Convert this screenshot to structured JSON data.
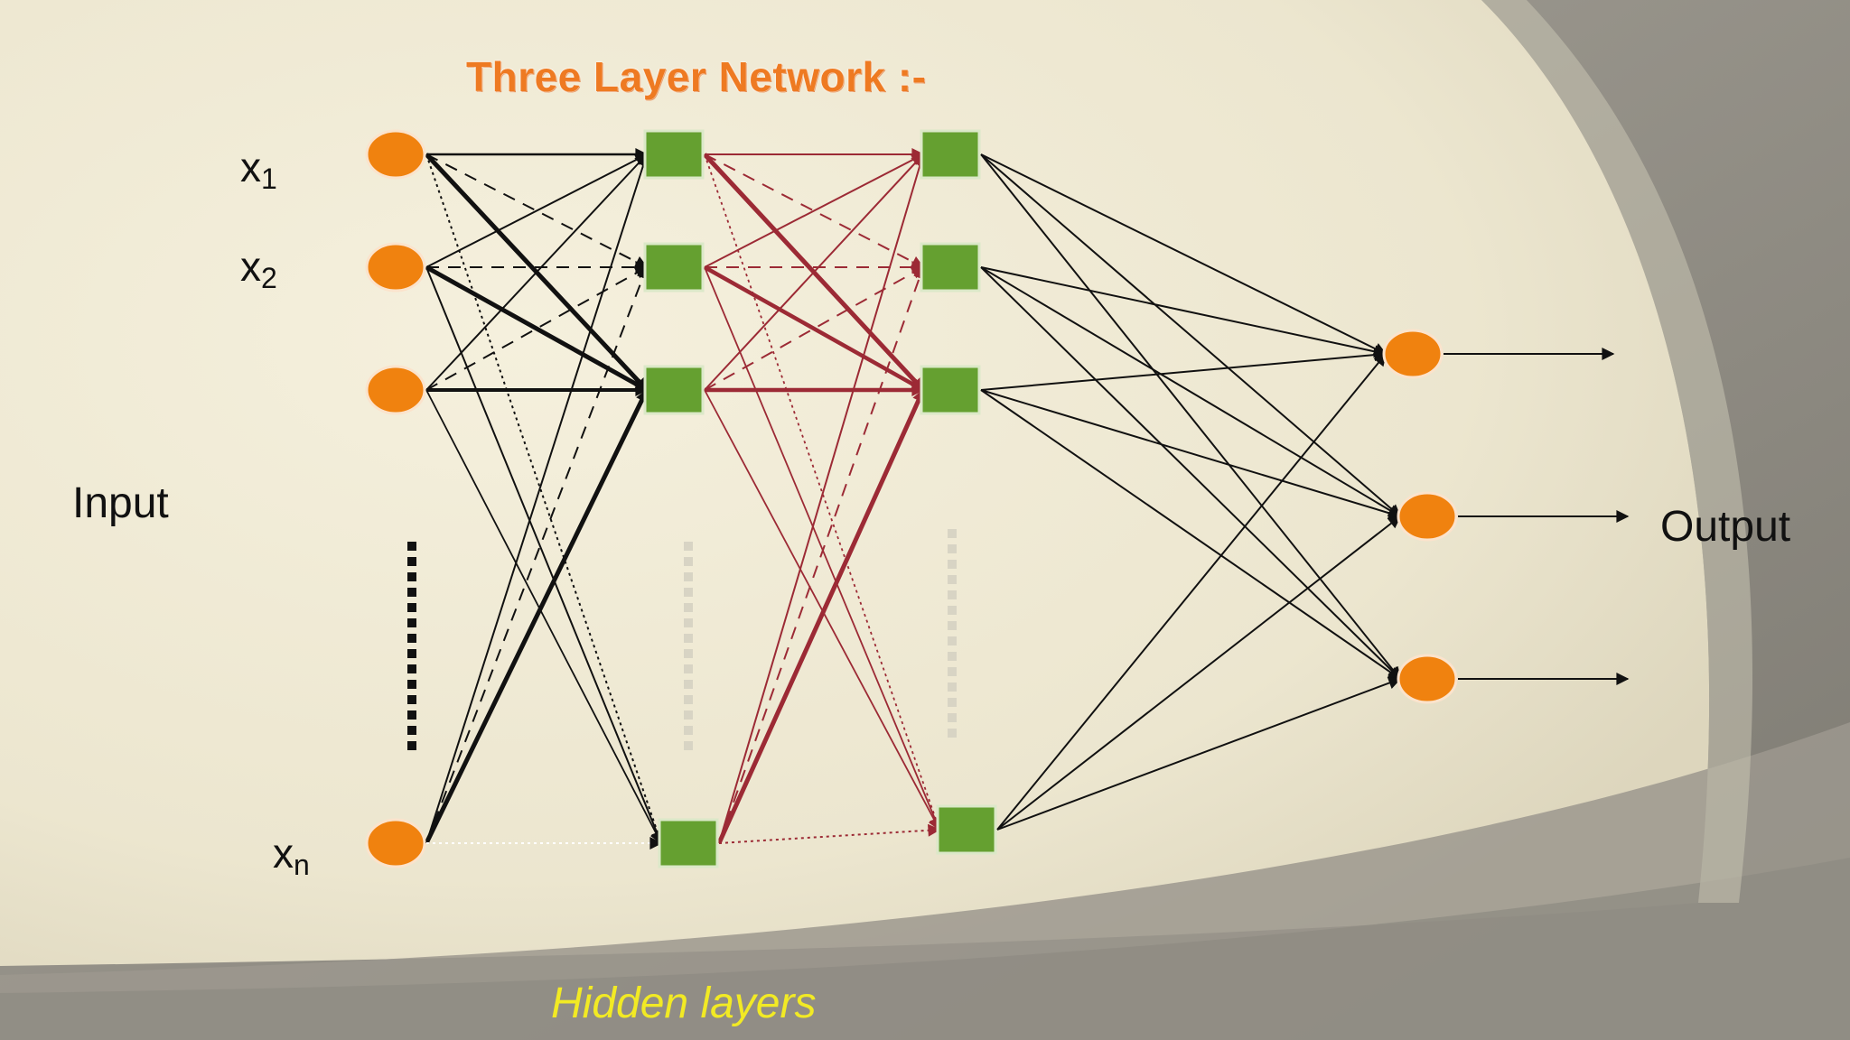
{
  "title": "Three Layer Network :-",
  "labels": {
    "input": "Input",
    "output": "Output",
    "hidden_layers": "Hidden layers"
  },
  "inputs": [
    {
      "base": "x",
      "sub": "1"
    },
    {
      "base": "x",
      "sub": "2"
    },
    {
      "base": "x",
      "sub": "n"
    }
  ],
  "colors": {
    "input_node": "#f0820f",
    "hidden_node": "#65a030",
    "output_node": "#f0820f",
    "edge_layer1": "#111111",
    "edge_layer2": "#9c2a35",
    "edge_layer3": "#111111",
    "title": "#ee7a22",
    "hidden_label": "#f2ea24"
  }
}
